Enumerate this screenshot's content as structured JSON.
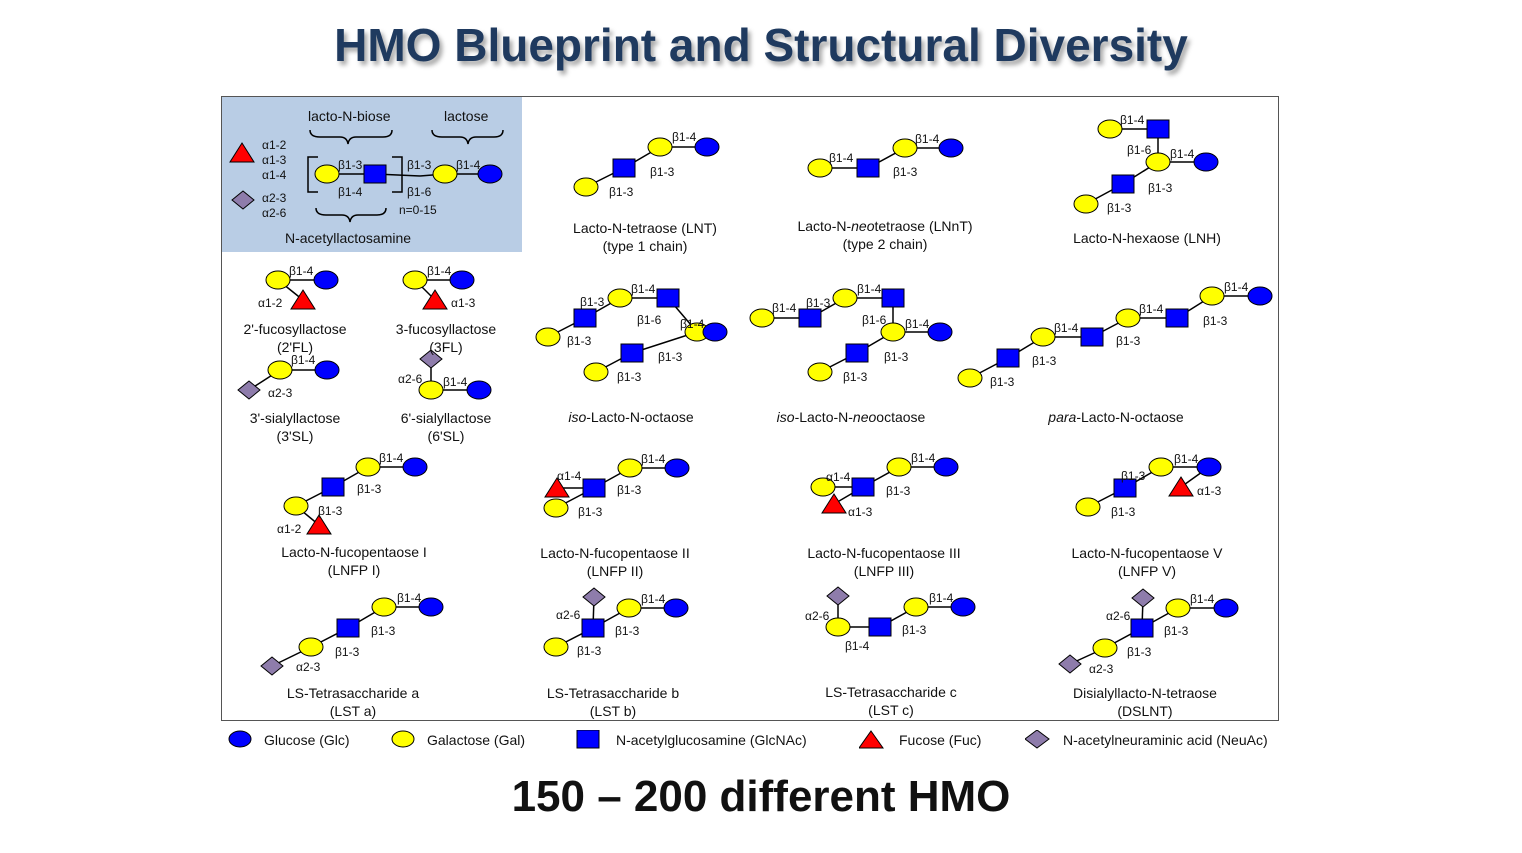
{
  "title": "HMO Blueprint and Structural Diversity",
  "footer": "150 – 200 different HMO",
  "colors": {
    "glucose": "#0000ff",
    "galactose": "#ffff00",
    "glcnac": "#0000ff",
    "fucose": "#ff0000",
    "neuac": "#8e7cab",
    "panel_bg": "#b9cde5",
    "title": "#1f3a5f"
  },
  "blueprint": {
    "lacto_n_biose": "lacto-N-biose",
    "lactose": "lactose",
    "n_acetyllactosamine": "N-acetyllactosamine",
    "repeat": "n=0-15",
    "fuc_links": [
      "α1-2",
      "α1-3",
      "α1-4"
    ],
    "sia_links": [
      "α2-3",
      "α2-6"
    ],
    "links": {
      "b13": "β1-3",
      "b14": "β1-4",
      "b16": "β1-6"
    }
  },
  "structures": [
    {
      "name": "Lacto-N-tetraose (LNT)",
      "sub": "(type 1 chain)"
    },
    {
      "name": "Lacto-N-neotetraose (LNnT)",
      "sub": "(type 2 chain)"
    },
    {
      "name": "Lacto-N-hexaose (LNH)",
      "sub": ""
    },
    {
      "name": "2'-fucosyllactose",
      "sub": "(2'FL)"
    },
    {
      "name": "3-fucosyllactose",
      "sub": "(3FL)"
    },
    {
      "name": "3'-sialyllactose",
      "sub": "(3'SL)"
    },
    {
      "name": "6'-sialyllactose",
      "sub": "(6'SL)"
    },
    {
      "name": "iso-Lacto-N-octaose",
      "sub": ""
    },
    {
      "name": "iso-Lacto-N-neooctaose",
      "sub": ""
    },
    {
      "name": "para-Lacto-N-octaose",
      "sub": ""
    },
    {
      "name": "Lacto-N-fucopentaose I",
      "sub": "(LNFP I)"
    },
    {
      "name": "Lacto-N-fucopentaose II",
      "sub": "(LNFP II)"
    },
    {
      "name": "Lacto-N-fucopentaose III",
      "sub": "(LNFP III)"
    },
    {
      "name": "Lacto-N-fucopentaose V",
      "sub": "(LNFP V)"
    },
    {
      "name": "LS-Tetrasaccharide a",
      "sub": "(LST a)"
    },
    {
      "name": "LS-Tetrasaccharide b",
      "sub": "(LST b)"
    },
    {
      "name": "LS-Tetrasaccharide c",
      "sub": "(LST c)"
    },
    {
      "name": "Disialyllacto-N-tetraose",
      "sub": "(DSLNT)"
    }
  ],
  "legend": [
    {
      "icon": "glucose-circle",
      "label": "Glucose (Glc)"
    },
    {
      "icon": "galactose-circle",
      "label": "Galactose (Gal)"
    },
    {
      "icon": "glcnac-square",
      "label": "N-acetylglucosamine (GlcNAc)"
    },
    {
      "icon": "fucose-triangle",
      "label": "Fucose (Fuc)"
    },
    {
      "icon": "neuac-diamond",
      "label": "N-acetylneuraminic acid (NeuAc)"
    }
  ]
}
